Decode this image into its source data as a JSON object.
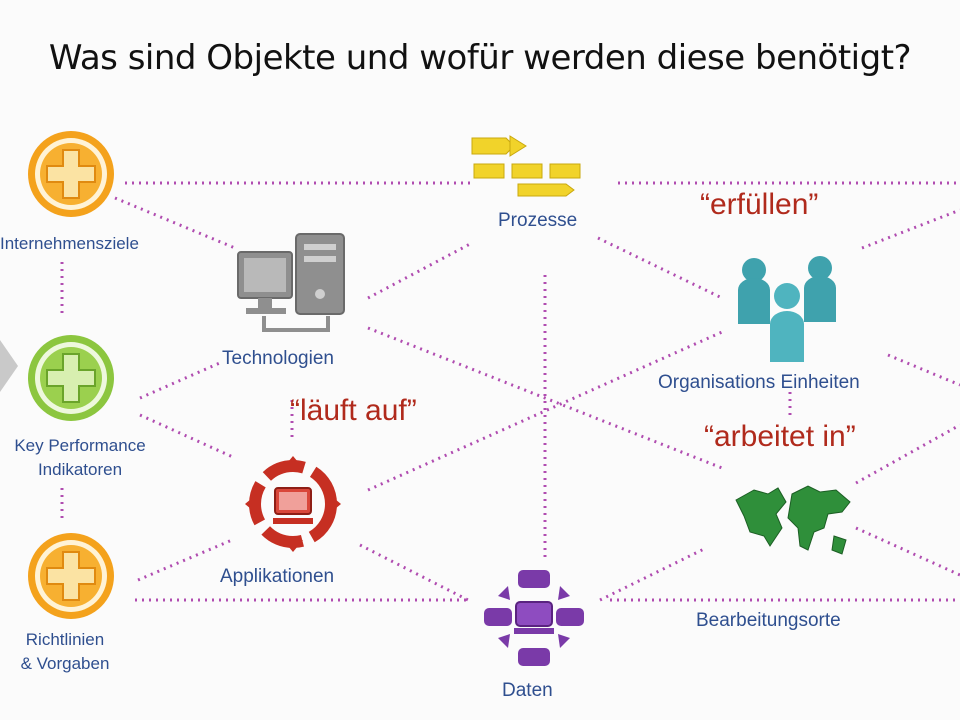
{
  "title": "Was sind Objekte und wofür werden diese benötigt?",
  "nodes": {
    "unternehmensziele": "Internehmensziele",
    "kpi_line1": "Key Performance",
    "kpi_line2": "Indikatoren",
    "richtlinien_line1": "Richtlinien",
    "richtlinien_line2": "& Vorgaben",
    "prozesse": "Prozesse",
    "technologien": "Technologien",
    "applikationen": "Applikationen",
    "daten": "Daten",
    "organisationseinheiten": "Organisations Einheiten",
    "bearbeitungsorte": "Bearbeitungsorte"
  },
  "relations": {
    "erfuellen": "“erfüllen”",
    "laeuft_auf": "“läuft auf”",
    "arbeitet_in": "“arbeitet in”"
  },
  "colors": {
    "connector": "#b04cb0",
    "label": "#2f4f8f",
    "relation": "#b02a1c",
    "orange": "#f4a21c",
    "green": "#8cc63f",
    "red": "#c62f22",
    "purple": "#7a3aa8",
    "teal": "#3fa2ad",
    "map_green": "#2f8f3a",
    "yellow": "#f1d32a"
  }
}
